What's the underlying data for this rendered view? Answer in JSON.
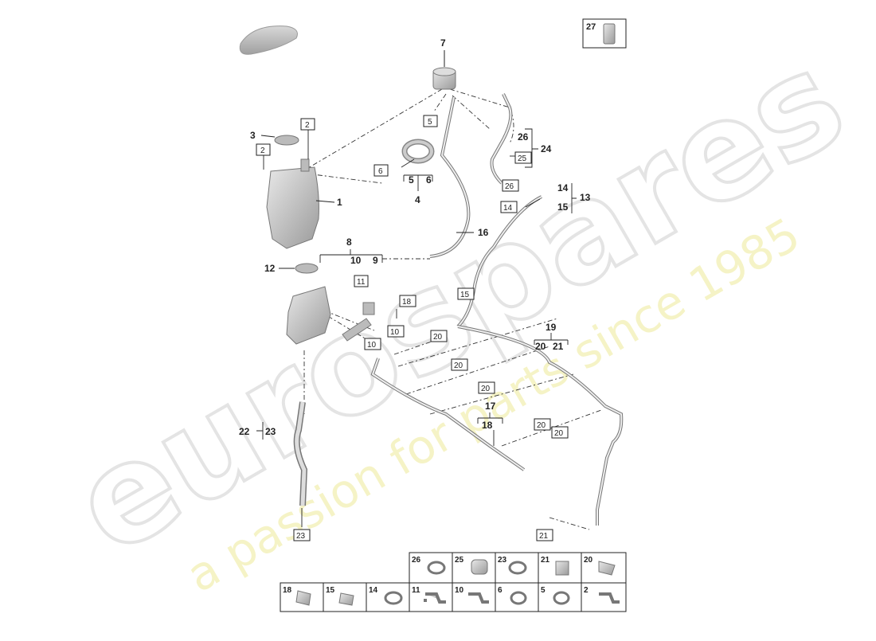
{
  "watermark": {
    "brand": "eurospares",
    "tagline": "a passion for parts since 1985"
  },
  "callouts": {
    "c1": "1",
    "c2a": "2",
    "c2b": "2",
    "c3": "3",
    "c4": "4",
    "c5": "5",
    "c5b": "5",
    "c6": "6",
    "c6b": "6",
    "c7": "7",
    "c8": "8",
    "c9": "9",
    "c10": "10",
    "c10b": "10",
    "c10c": "10",
    "c11": "11",
    "c12": "12",
    "c13": "13",
    "c14": "14",
    "c14b": "14",
    "c15": "15",
    "c15b": "15",
    "c16": "16",
    "c17": "17",
    "c18": "18",
    "c18b": "18",
    "c19": "19",
    "c20a": "20",
    "c20b": "20",
    "c20c": "20",
    "c20d": "20",
    "c20e": "20",
    "c20f": "20",
    "c21": "21",
    "c21b": "21",
    "c22": "22",
    "c23": "23",
    "c23b": "23",
    "c24": "24",
    "c25": "25",
    "c26": "26",
    "c26b": "26",
    "c27": "27"
  },
  "legend_rows": [
    [
      "26",
      "25",
      "23",
      "21",
      "20"
    ],
    [
      "18",
      "15",
      "14",
      "11",
      "10",
      "6",
      "5",
      "2"
    ]
  ],
  "colors": {
    "line": "#222222",
    "part_fill": "#c8c8c8",
    "part_dark": "#8a8a8a",
    "watermark": "#e6e6e6",
    "tagline": "#f3f0b8"
  }
}
